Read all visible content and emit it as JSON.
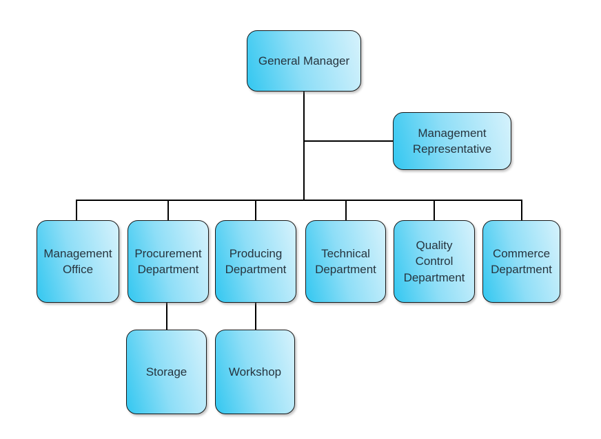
{
  "diagram": {
    "type": "org-chart",
    "nodes": {
      "general_manager": {
        "label": "General Manager"
      },
      "management_representative": {
        "label": "Management Representative"
      },
      "management_office": {
        "label": "Management Office"
      },
      "procurement_department": {
        "label": "Procurement Department"
      },
      "producing_department": {
        "label": "Producing Department"
      },
      "technical_department": {
        "label": "Technical Department"
      },
      "quality_control_department": {
        "label": "Quality Control Department"
      },
      "commerce_department": {
        "label": "Commerce Department"
      },
      "storage": {
        "label": "Storage"
      },
      "workshop": {
        "label": "Workshop"
      }
    },
    "edges": [
      {
        "from": "General Manager",
        "to": "Management Representative"
      },
      {
        "from": "General Manager",
        "to": "Management Office"
      },
      {
        "from": "General Manager",
        "to": "Procurement Department"
      },
      {
        "from": "General Manager",
        "to": "Producing Department"
      },
      {
        "from": "General Manager",
        "to": "Technical Department"
      },
      {
        "from": "General Manager",
        "to": "Quality Control Department"
      },
      {
        "from": "General Manager",
        "to": "Commerce Department"
      },
      {
        "from": "Procurement Department",
        "to": "Storage"
      },
      {
        "from": "Producing Department",
        "to": "Workshop"
      }
    ],
    "colors": {
      "node_gradient_start": "#33c7f0",
      "node_gradient_end": "#d6f2fc",
      "node_border": "#161616",
      "connector": "#000000",
      "label_text": "#26343e",
      "background": "#ffffff"
    }
  }
}
